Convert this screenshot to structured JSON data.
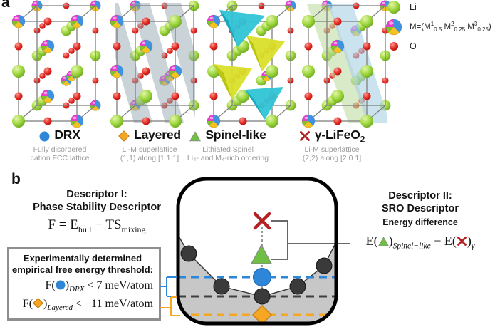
{
  "panel_a": {
    "label": "a",
    "structures": [
      {
        "name_main": "DRX",
        "name_sub": "",
        "caption1": "Fully disordered",
        "caption2": "cation FCC lattice"
      },
      {
        "name_main": "Layered",
        "name_sub": "",
        "caption1": "Li-M superlattice",
        "caption2": "(1,1) along [1 1 1]"
      },
      {
        "name_main": "Spinel-like",
        "name_sub": "",
        "caption1": "Lithiated Spinel",
        "caption2": "Li₄- and M₄-rich ordering"
      },
      {
        "name_main": "γ-LiFeO",
        "name_sub": "2",
        "caption1": "Li-M superlattice",
        "caption2": "(2,2) along [2 0 1]"
      }
    ],
    "legend": {
      "li_label": "Li",
      "m_label": {
        "p1": "M=(M",
        "s1": "1",
        "b1": "0.5",
        "p2": " M",
        "s2": "2",
        "b2": "0.25",
        "p3": " M",
        "s3": "3",
        "b3": "0.25",
        "p4": ")"
      },
      "o_label": "O"
    }
  },
  "panel_b": {
    "label": "b",
    "descriptor1": {
      "title1": "Descriptor I:",
      "title2": "Phase Stability Descriptor",
      "formula": {
        "t1": "F = E",
        "sub1": "hull",
        "t2": " − TS",
        "sub2": "mixing"
      }
    },
    "threshold_box": {
      "heading1": "Experimentally determined",
      "heading2": "empirical free energy threshold:",
      "drx": {
        "pre": "F(",
        "post": ")",
        "sub": "DRX",
        "cond": " < 7 meV/atom"
      },
      "layered": {
        "pre": "F(",
        "post": ")",
        "sub": "Layered",
        "cond": " < −11 meV/atom"
      }
    },
    "descriptor2": {
      "title1": "Descriptor II:",
      "title2": "SRO Descriptor",
      "title3": "Energy difference",
      "formula": {
        "t1": "E(",
        "p1": ")",
        "sub1": "Spinel−like",
        "t2": " − E(",
        "p2": ")",
        "sub2": "γ"
      }
    }
  },
  "colors": {
    "li_green": "#8CCB32",
    "oxygen_red": "#DC1C1C",
    "m_magenta": "#E83ECC",
    "m_blue": "#3F92E0",
    "m_yellow": "#F6C21F",
    "drx_blue": "#2E86D9",
    "layered_orange": "#F5A623",
    "spinel_green": "#6FBF44",
    "gamma_red": "#B32222",
    "tetra_cyan": "#2FC4D6",
    "tetra_yellow": "#D9E02A",
    "landscape_gray": "#C7C7C7",
    "dark_marker": "#3A3A3A"
  }
}
